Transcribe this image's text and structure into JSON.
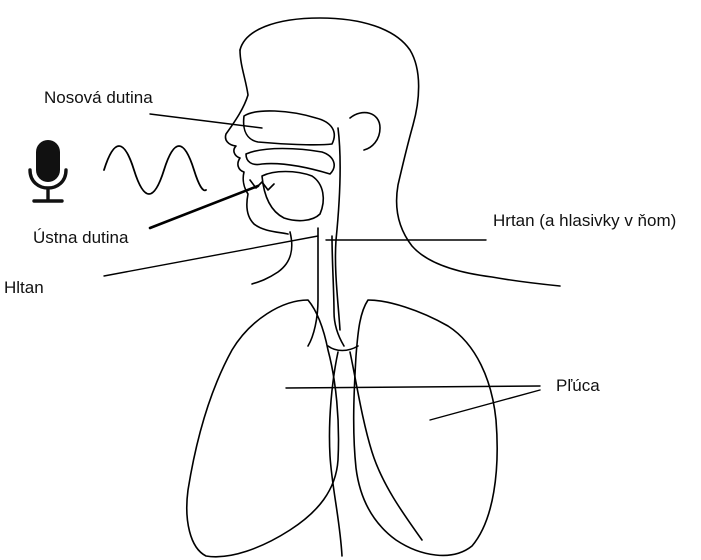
{
  "labels": {
    "nasal_cavity": "Nosová dutina",
    "oral_cavity": "Ústna dutina",
    "larynx": "Hrtan (a hlasivky v ňom)",
    "pharynx": "Hltan",
    "lungs": "Pľúca"
  },
  "icons": {
    "microphone": "microphone-icon",
    "sound_wave": "sound-wave-icon"
  },
  "colors": {
    "line": "#000000",
    "icon": "#111111",
    "background": "#ffffff"
  }
}
